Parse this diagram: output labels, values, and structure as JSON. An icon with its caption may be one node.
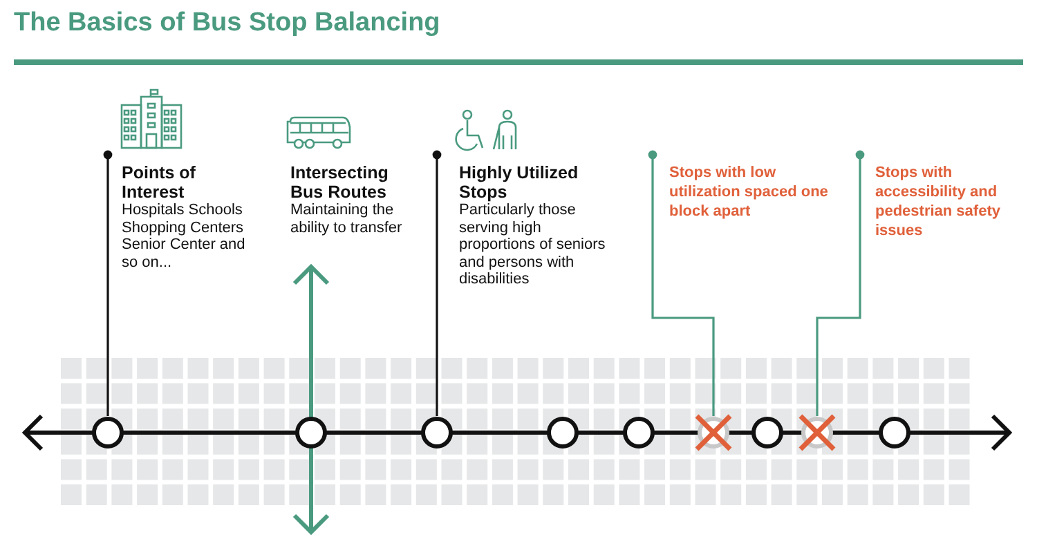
{
  "diagram": {
    "title": "The Basics of Bus Stop Balancing",
    "nodes": [
      {
        "text": [
          "Points of Interest",
          "Hospitals Schools Shopping Centers Senior Center and so on..."
        ]
      },
      {
        "text": [
          "Intersecting Bus Routes",
          "Maintaining the ability to transfer"
        ]
      },
      {
        "text": [
          "Highly Utilized Stops",
          "Particularly those serving high proportions of seniors and persons with disabilities"
        ]
      },
      {
        "text": [
          "Stops with low utilization spaced one block apart"
        ]
      },
      {
        "text": [
          "Stops with accessibility and pedestrian safety issues"
        ]
      },
      {
        "text": [],
        "shape": "circle"
      },
      {
        "text": [],
        "shape": "circle"
      },
      {
        "text": [],
        "shape": "circle"
      },
      {
        "text": [],
        "shape": "circle"
      },
      {
        "text": [],
        "shape": "circle"
      },
      {
        "text": [],
        "shape": "cross"
      },
      {
        "text": [],
        "shape": "circle"
      },
      {
        "text": [],
        "shape": "cross"
      },
      {
        "text": [],
        "shape": "circle"
      }
    ],
    "edges": [
      {
        "from": 0,
        "to": 5,
        "arrow": "other"
      },
      {
        "from": 2,
        "to": 7,
        "arrow": "other"
      },
      {
        "from": 3,
        "to": 10,
        "arrow": "other",
        "color": "#4a9a80"
      },
      {
        "from": 4,
        "to": 12,
        "arrow": "other",
        "color": "#4a9a80"
      },
      {
        "from": 5,
        "to": null,
        "arrow": "to"
      },
      {
        "from": 5,
        "to": 6,
        "arrow": "none"
      },
      {
        "from": 6,
        "to": 7,
        "arrow": "none"
      },
      {
        "from": 7,
        "to": 8,
        "arrow": "none"
      },
      {
        "from": 8,
        "to": 9,
        "arrow": "none"
      },
      {
        "from": 9,
        "to": 10,
        "arrow": "none"
      },
      {
        "from": 10,
        "to": 11,
        "arrow": "none"
      },
      {
        "from": 11,
        "to": 12,
        "arrow": "none"
      },
      {
        "from": 12,
        "to": 13,
        "arrow": "none"
      },
      {
        "from": 13,
        "to": null,
        "arrow": "to"
      },
      {
        "from": 6,
        "to": 1,
        "arrow": "to",
        "color": "#4a9a80"
      },
      {
        "from": 6,
        "to": null,
        "arrow": "to",
        "color": "#4a9a80"
      }
    ]
  }
}
